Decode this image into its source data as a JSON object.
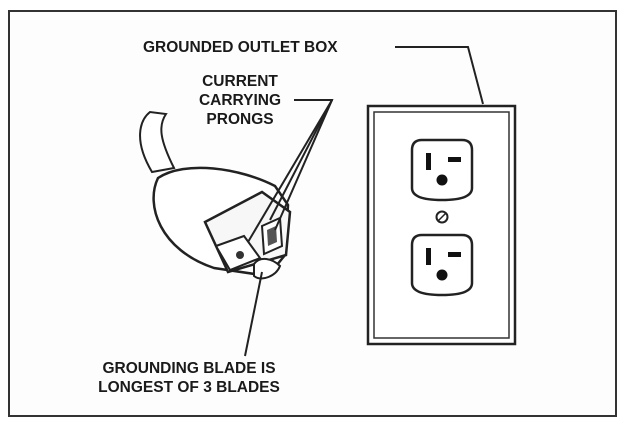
{
  "labels": {
    "outlet_box": "GROUNDED OUTLET BOX",
    "prongs_line1": "CURRENT",
    "prongs_line2": "CARRYING",
    "prongs_line3": "PRONGS",
    "blade_line1": "GROUNDING BLADE IS",
    "blade_line2": "LONGEST OF 3 BLADES"
  }
}
